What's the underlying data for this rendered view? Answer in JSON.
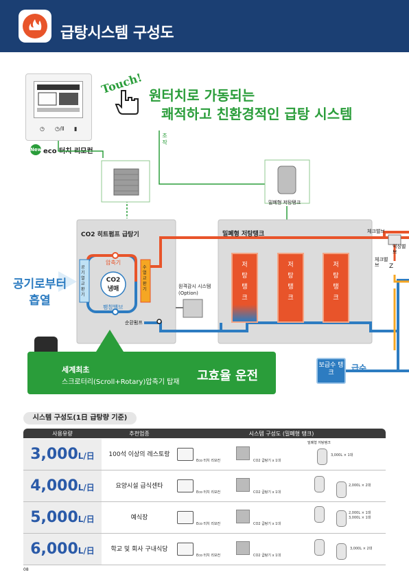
{
  "header": {
    "title": "급탕시스템 구성도",
    "icon": "heat-icon"
  },
  "intro": {
    "touch": "Touch!",
    "headline_1": "원터치로 가동되는",
    "headline_2": "쾌적하고 친환경적인 급탕 시스템",
    "eco_badge": "New",
    "eco_remote_label": "eco 터치 리모컨",
    "control_label": "조작"
  },
  "diagram": {
    "storage_tank_caption": "밀폐형 저탕탱크",
    "heat_pump_title": "CO2 히트펌프 급탕기",
    "storage_title": "밀폐형 저탕탱크",
    "compressor": "압축기",
    "expansion_valve": "팽창밸브",
    "air_exchanger": "공기열교환기",
    "water_exchanger": "수열교환기",
    "refrigerant": "CO2 냉매",
    "remote_monitor": "원격감시 시스템(Option)",
    "circulation_pump": "순환펌프",
    "tank_label": "저탕탱크",
    "check_valve": "체크밸브",
    "mixing_valve": "믹싱밸브",
    "air_heat_label": "공기로부터 흡열",
    "world_first": "세계최초",
    "compressor_desc": "스크로터리(Scroll+Rotary)압축기 탑재",
    "efficiency": "고효율 운전",
    "supply_tank": "보급수 탱크",
    "supply": "급수"
  },
  "table": {
    "section_title": "시스템 구성도(1日 급탕량 기준)",
    "headers": [
      "사용유량",
      "추천업종",
      "시스템 구성도 (밀폐형 탱크)"
    ],
    "remote_label": "Eco 터치 리모컨",
    "unit_label": "CO2 급탕기 x 1대",
    "tank_caption": "밀폐형 저탕탱크",
    "rows": [
      {
        "usage": "3,000",
        "unit": "L/日",
        "industry": "100석 이상의 레스토랑",
        "tank_spec": "3,000L × 1대"
      },
      {
        "usage": "4,000",
        "unit": "L/日",
        "industry": "요양시설 급식센타",
        "tank_spec": "2,000L × 2대"
      },
      {
        "usage": "5,000",
        "unit": "L/日",
        "industry": "예식장",
        "tank_spec": "2,000L × 1대 3,000L × 1대"
      },
      {
        "usage": "6,000",
        "unit": "L/日",
        "industry": "학교 및 회사 구내식당",
        "tank_spec": "3,000L × 2대"
      }
    ]
  },
  "page_number": "08"
}
